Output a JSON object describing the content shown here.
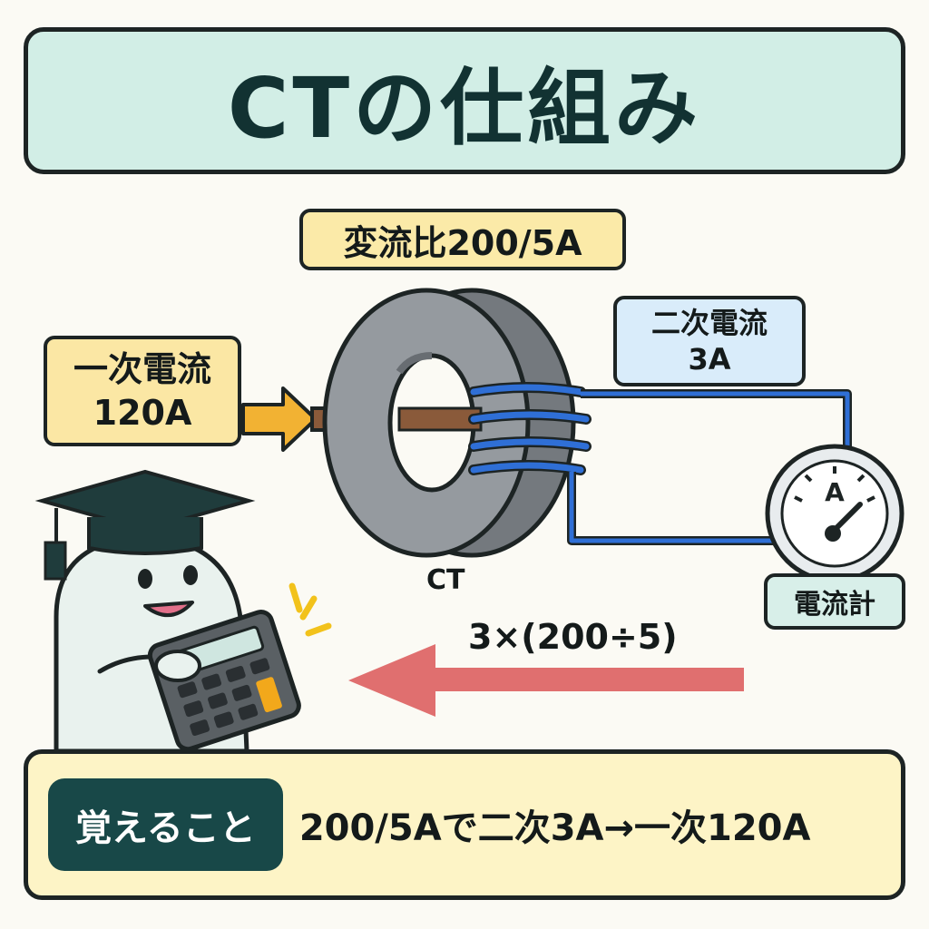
{
  "title": "CTの仕組み",
  "ratio_label": "変流比200/5A",
  "primary": {
    "line1": "一次電流",
    "line2": "120A"
  },
  "secondary": {
    "line1": "二次電流",
    "line2": "3A"
  },
  "ct_label": "CT",
  "meter": {
    "letter": "A",
    "label": "電流計"
  },
  "formula": "3×(200÷5)",
  "memo": {
    "tag": "覚えること",
    "text": "200/5Aで二次3A→一次120A"
  },
  "colors": {
    "title_bg": "#d2eee6",
    "ratio_bg": "#fbeaa8",
    "primary_bg": "#fbe7a4",
    "secondary_bg": "#d9ecfa",
    "meter_label_bg": "#d8efe9",
    "memo_bg": "#fdf4c6",
    "memo_tag_bg": "#184848",
    "coil": "#2f6fd6",
    "conductor": "#8a5a3a",
    "arrow_input": "#f2b233",
    "arrow_return": "#e06f6f",
    "core": "#8f9499"
  },
  "icons": {
    "input_arrow": "arrow-right-icon",
    "return_arrow": "arrow-left-icon",
    "meter": "ammeter-icon",
    "mascot": "graduate-ghost-icon",
    "calculator": "calculator-icon"
  }
}
